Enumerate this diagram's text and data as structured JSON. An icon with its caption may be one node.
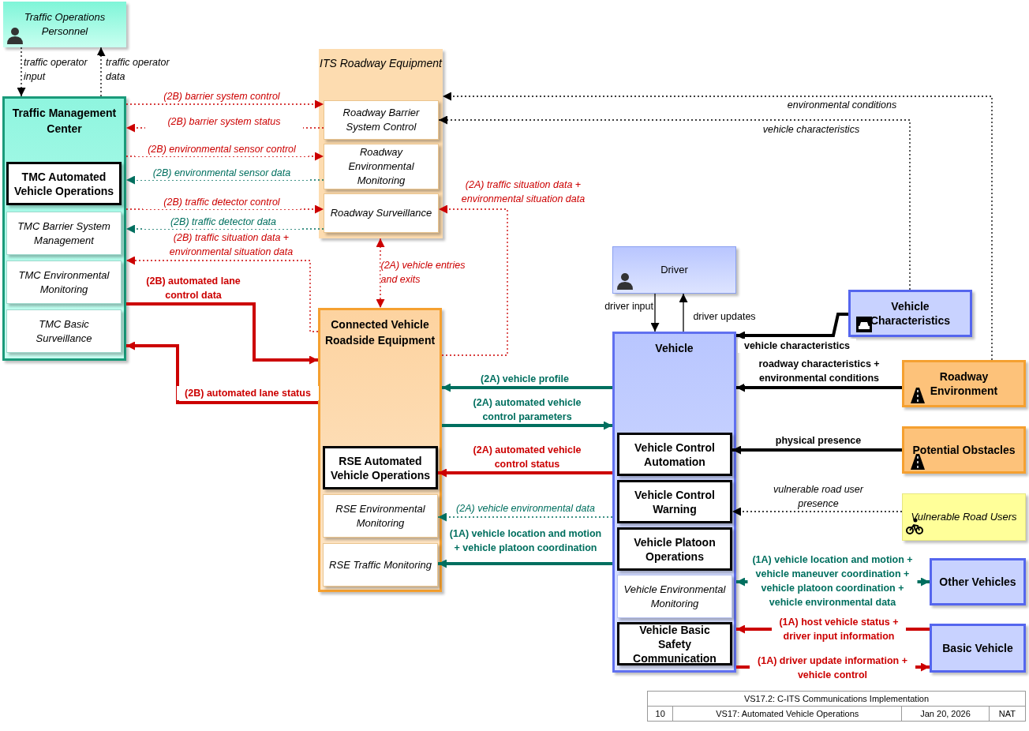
{
  "diagram": {
    "nodes": [
      {
        "text": [
          "Traffic Operations Personnel"
        ]
      },
      {
        "text": [
          "Traffic Management Center"
        ]
      },
      {
        "text": [
          "TMC Automated Vehicle Operations"
        ],
        "in": 1
      },
      {
        "text": [
          "TMC Barrier System Management"
        ],
        "in": 1
      },
      {
        "text": [
          "TMC Environmental Monitoring"
        ],
        "in": 1
      },
      {
        "text": [
          "TMC Basic Surveillance"
        ],
        "in": 1
      },
      {
        "text": [
          "ITS Roadway Equipment"
        ]
      },
      {
        "text": [
          "Roadway Barrier System Control"
        ],
        "in": 6
      },
      {
        "text": [
          "Roadway Environmental Monitoring"
        ],
        "in": 6
      },
      {
        "text": [
          "Roadway Surveillance"
        ],
        "in": 6
      },
      {
        "text": [
          "Driver"
        ]
      },
      {
        "text": [
          "Connected Vehicle Roadside Equipment"
        ]
      },
      {
        "text": [
          "RSE Automated Vehicle Operations"
        ],
        "in": 11
      },
      {
        "text": [
          "RSE Environmental Monitoring"
        ],
        "in": 11
      },
      {
        "text": [
          "RSE Traffic Monitoring"
        ],
        "in": 11
      },
      {
        "text": [
          "Vehicle"
        ]
      },
      {
        "text": [
          "Vehicle Control Automation"
        ],
        "in": 15
      },
      {
        "text": [
          "Vehicle Control Warning"
        ],
        "in": 15
      },
      {
        "text": [
          "Vehicle Platoon Operations"
        ],
        "in": 15
      },
      {
        "text": [
          "Vehicle Environmental Monitoring"
        ],
        "in": 15
      },
      {
        "text": [
          "Vehicle Basic Safety Communication"
        ],
        "in": 15
      },
      {
        "text": [
          "Vehicle Characteristics"
        ]
      },
      {
        "text": [
          "Roadway Environment"
        ]
      },
      {
        "text": [
          "Potential Obstacles"
        ]
      },
      {
        "text": [
          "Vulnerable Road Users"
        ]
      },
      {
        "text": [
          "Other Vehicles"
        ]
      },
      {
        "text": [
          "Basic Vehicle"
        ]
      }
    ],
    "edges": [
      {
        "from": 0,
        "to": 1,
        "arrow": "to",
        "label": "traffic operator input",
        "style": "dashed",
        "color": "#000000"
      },
      {
        "from": 1,
        "to": 0,
        "arrow": "to",
        "label": "traffic operator data",
        "style": "dashed",
        "color": "#000000"
      },
      {
        "from": 1,
        "to": 7,
        "arrow": "to",
        "label": "(2B) barrier system control",
        "style": "dashed",
        "color": "#cc0000"
      },
      {
        "from": 7,
        "to": 1,
        "arrow": "to",
        "label": "(2B) barrier system status",
        "style": "dashed",
        "color": "#cc0000"
      },
      {
        "from": 1,
        "to": 8,
        "arrow": "to",
        "label": "(2B) environmental sensor control",
        "style": "dashed",
        "color": "#cc0000"
      },
      {
        "from": 8,
        "to": 1,
        "arrow": "to",
        "label": "(2B) environmental sensor data",
        "style": "dashed",
        "color": "#006f5f"
      },
      {
        "from": 1,
        "to": 9,
        "arrow": "to",
        "label": "(2B) traffic detector control",
        "style": "dashed",
        "color": "#cc0000"
      },
      {
        "from": 9,
        "to": 1,
        "arrow": "to",
        "label": "(2B) traffic detector data",
        "style": "dashed",
        "color": "#006f5f"
      },
      {
        "from": 11,
        "to": 1,
        "arrow": "to",
        "label": "(2B) traffic situation data + environmental situation data",
        "style": "dashed",
        "color": "#cc0000"
      },
      {
        "from": 1,
        "to": 11,
        "arrow": "to",
        "label": "(2B) automated lane control data",
        "style": "thick",
        "color": "#cc0000"
      },
      {
        "from": 11,
        "to": 1,
        "arrow": "to",
        "label": "(2B) automated lane status",
        "style": "thick",
        "color": "#cc0000"
      },
      {
        "from": 11,
        "to": 9,
        "arrow": "to",
        "label": "(2A) traffic situation data + environmental situation data",
        "style": "dashed",
        "color": "#cc0000"
      },
      {
        "from": 6,
        "to": 11,
        "arrow": "both",
        "label": "(2A) vehicle entries and exits",
        "style": "dashed",
        "color": "#cc0000"
      },
      {
        "from": 22,
        "to": 6,
        "arrow": "to",
        "label": "environmental conditions",
        "style": "dashed",
        "color": "#000000"
      },
      {
        "from": 21,
        "to": 7,
        "arrow": "to",
        "label": "vehicle characteristics",
        "style": "dashed",
        "color": "#000000"
      },
      {
        "from": 15,
        "to": 11,
        "arrow": "to",
        "label": "(2A) vehicle profile",
        "style": "thick",
        "color": "#006f5f"
      },
      {
        "from": 11,
        "to": 15,
        "arrow": "to",
        "label": "(2A) automated vehicle control parameters",
        "style": "thick",
        "color": "#006f5f"
      },
      {
        "from": 15,
        "to": 12,
        "arrow": "to",
        "label": "(2A) automated vehicle control status",
        "style": "thick",
        "color": "#cc0000"
      },
      {
        "from": 15,
        "to": 13,
        "arrow": "to",
        "label": "(2A) vehicle environmental data",
        "style": "dashed",
        "color": "#006f5f"
      },
      {
        "from": 15,
        "to": 14,
        "arrow": "to",
        "label": "(1A) vehicle location and motion + vehicle platoon coordination",
        "style": "thick",
        "color": "#006f5f"
      },
      {
        "from": 10,
        "to": 15,
        "arrow": "to",
        "label": "driver input",
        "color": "#000000"
      },
      {
        "from": 15,
        "to": 10,
        "arrow": "to",
        "label": "driver updates",
        "color": "#000000"
      },
      {
        "from": 21,
        "to": 15,
        "arrow": "to",
        "label": "vehicle characteristics",
        "style": "thick",
        "color": "#000000"
      },
      {
        "from": 22,
        "to": 15,
        "arrow": "to",
        "label": "roadway characteristics + environmental conditions",
        "style": "thick",
        "color": "#000000"
      },
      {
        "from": 23,
        "to": 16,
        "arrow": "to",
        "label": "physical presence",
        "style": "thick",
        "color": "#000000"
      },
      {
        "from": 24,
        "to": 17,
        "arrow": "to",
        "label": "vulnerable road user presence",
        "style": "dashed",
        "color": "#000000"
      },
      {
        "from": 15,
        "to": 25,
        "arrow": "both",
        "label": "(1A) vehicle location and motion + vehicle maneuver coordination + vehicle platoon coordination + vehicle environmental data",
        "style": "thick",
        "color": "#006f5f"
      },
      {
        "from": 26,
        "to": 15,
        "arrow": "to",
        "label": "(1A) host vehicle status + driver input information",
        "style": "thick",
        "color": "#cc0000"
      },
      {
        "from": 15,
        "to": 26,
        "arrow": "to",
        "label": "(1A) driver update information + vehicle control",
        "style": "thick",
        "color": "#cc0000"
      }
    ],
    "labels": [
      "VS17.2: C-ITS Communications Implementation",
      "10",
      "VS17: Automated Vehicle Operations",
      "Jan 20, 2026",
      "NAT"
    ]
  }
}
